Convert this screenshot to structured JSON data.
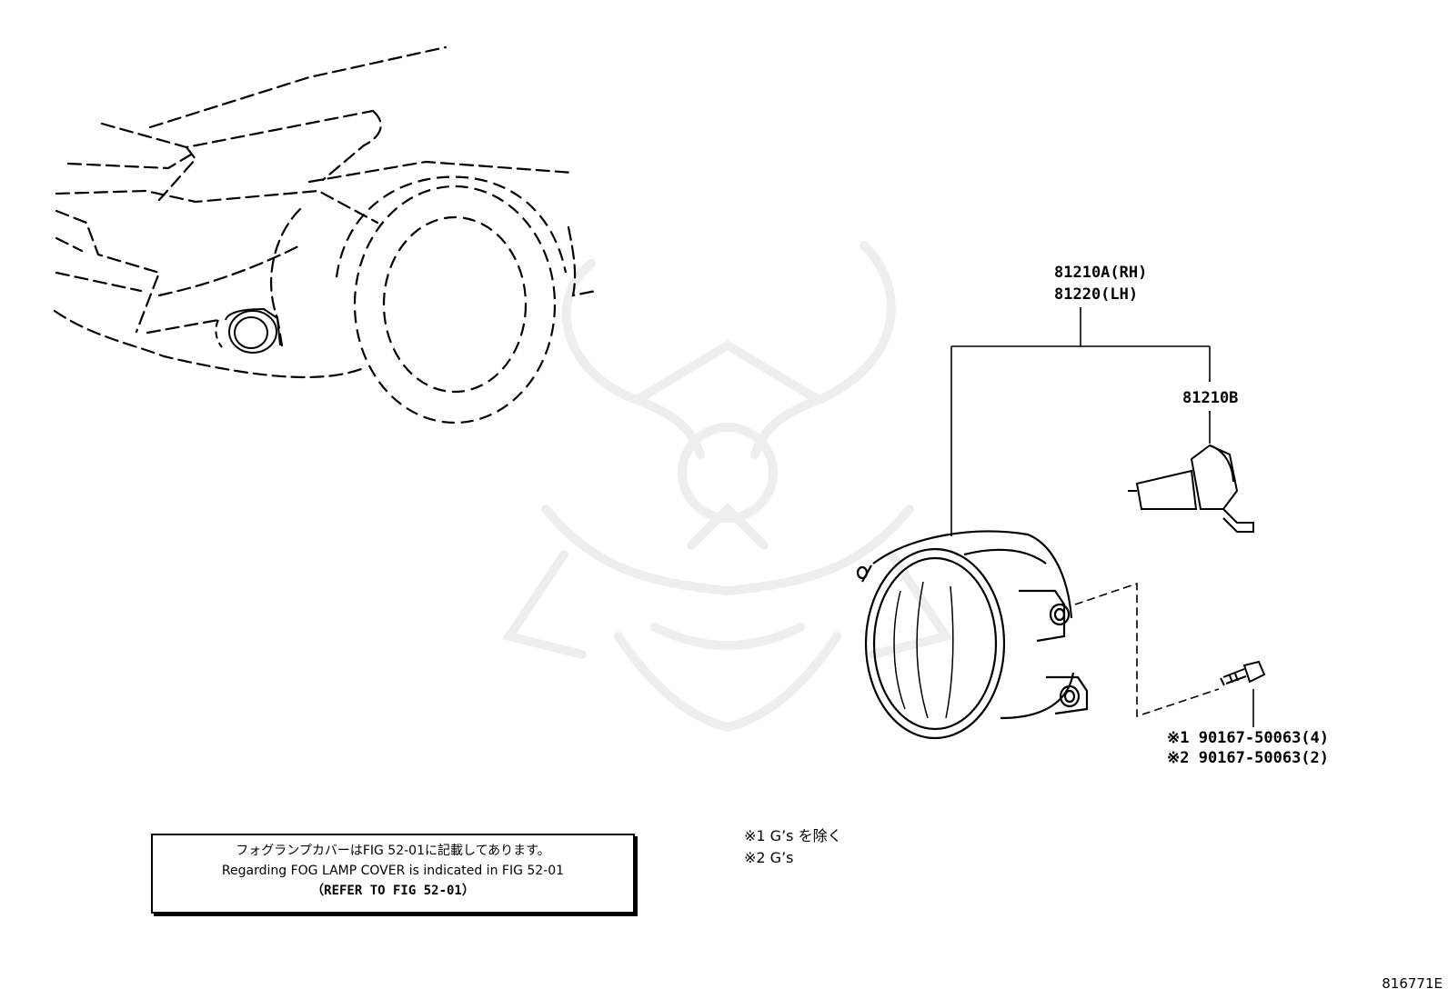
{
  "parts": {
    "lamp_rh": "81210A(RH)",
    "lamp_lh": "81220(LH)",
    "bulb": "81210B",
    "screw_1": "※1 90167-50063(4)",
    "screw_2": "※2 90167-50063(2)"
  },
  "note": {
    "line_jp": "フォグランプカバーはFIG 52-01に記載してあります。",
    "line_en": "Regarding FOG LAMP COVER is indicated in FIG 52-01",
    "line_ref": "（REFER TO FIG 52-01）"
  },
  "legend": {
    "item_1": "※1 G’s を除く",
    "item_2": "※2 G’s"
  },
  "figure_number": "816771E"
}
